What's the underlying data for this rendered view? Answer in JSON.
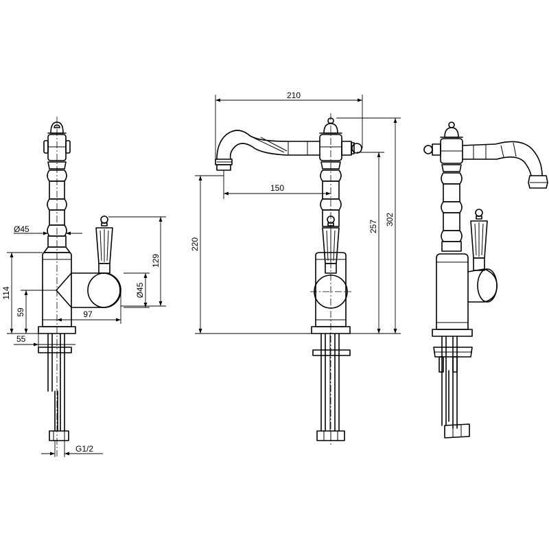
{
  "dimensions": {
    "side": {
      "d45_top": "Ø45",
      "d45_handle": "Ø45",
      "h129": "129",
      "h114": "114",
      "h59": "59",
      "w97": "97",
      "w55": "55",
      "thread": "G1/2"
    },
    "front": {
      "w210": "210",
      "w150": "150",
      "h220": "220",
      "h257": "257",
      "h302": "302"
    }
  }
}
